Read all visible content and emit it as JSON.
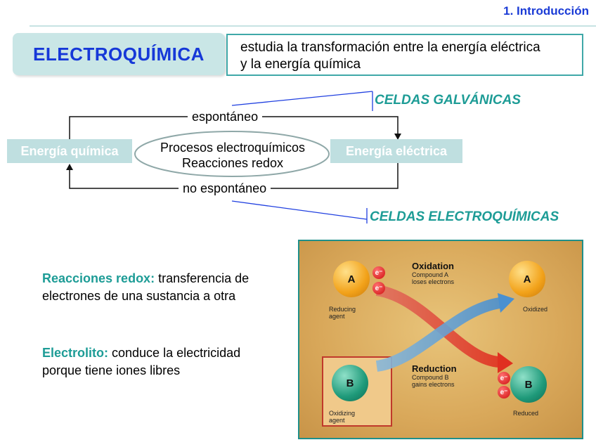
{
  "header": {
    "section": "1. Introducción"
  },
  "title": {
    "main": "ELECTROQUÍMICA",
    "definition_line1": "estudia la transformación entre la energía eléctrica",
    "definition_line2": "y la energía química"
  },
  "diagram": {
    "left_node": "Energía química",
    "right_node": "Energía eléctrica",
    "center_line1": "Procesos electroquímicos",
    "center_line2": "Reacciones redox",
    "top_label": "espontáneo",
    "bottom_label": "no espontáneo",
    "galvanic_label": "CELDAS GALVÁNICAS",
    "electrochemical_label": "CELDAS ELECTROQUÍMICAS"
  },
  "notes": {
    "redox_term": "Reacciones redox:",
    "redox_line1": " transferencia de",
    "redox_line2": "electrones de una sustancia a otra",
    "electrolyte_term": "Electrolito:",
    "electrolyte_line1": " conduce la electricidad",
    "electrolyte_line2": "porque tiene iones libres"
  },
  "figure": {
    "oxidation_title": "Oxidation",
    "oxidation_line1": "Compound A",
    "oxidation_line2": "loses electrons",
    "reduction_title": "Reduction",
    "reduction_line1": "Compound B",
    "reduction_line2": "gains electrons",
    "ball_a": "A",
    "ball_b": "B",
    "electron": "e⁻",
    "reducing_line1": "Reducing",
    "reducing_line2": "agent",
    "oxidized": "Oxidized",
    "oxidizing_line1": "Oxidizing",
    "oxidizing_line2": "agent",
    "reduced": "Reduced"
  }
}
